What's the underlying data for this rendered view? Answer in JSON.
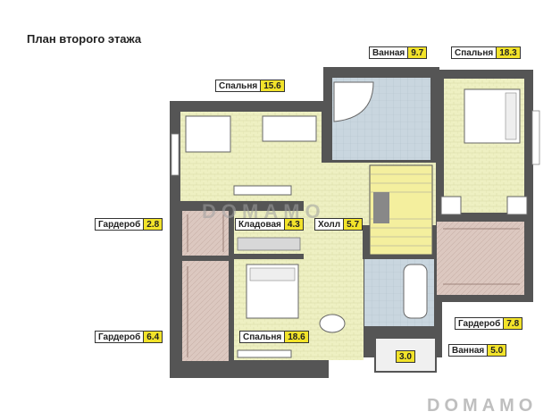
{
  "title": "План второго этажа",
  "watermark": "DOMAMO",
  "rooms": [
    {
      "name": "Ванная",
      "area": "9.7"
    },
    {
      "name": "Спальня",
      "area": "18.3"
    },
    {
      "name": "Спальня",
      "area": "15.6"
    },
    {
      "name": "Гардероб",
      "area": "2.8"
    },
    {
      "name": "Кладовая",
      "area": "4.3"
    },
    {
      "name": "Холл",
      "area": "5.7"
    },
    {
      "name": "Гардероб",
      "area": "6.4"
    },
    {
      "name": "Спальня",
      "area": "18.6"
    },
    {
      "name": "Гардероб",
      "area": "7.8"
    },
    {
      "name": "Ванная",
      "area": "5.0"
    },
    {
      "name": "",
      "area": "3.0"
    }
  ],
  "colors": {
    "wall": "#555555",
    "floor_wood": "#eef0c2",
    "floor_tile": "#c9d6df",
    "floor_wardrobe": "#dcc8c0",
    "label": "#f2e32a"
  }
}
